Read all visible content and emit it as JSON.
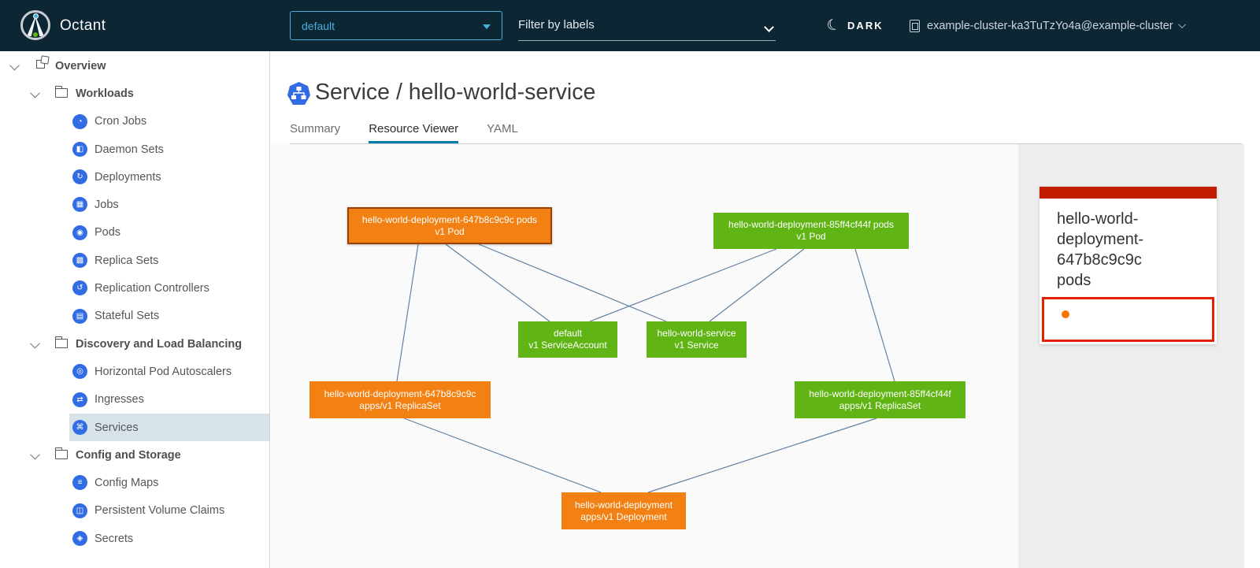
{
  "header": {
    "app_title": "Octant",
    "namespace_selector": {
      "value": "default"
    },
    "filter_input": {
      "placeholder": "Filter by labels"
    },
    "theme_toggle": {
      "label": "DARK",
      "icon": "moon-icon"
    },
    "context_selector": {
      "label": "example-cluster-ka3TuTzYo4a@example-cluster"
    }
  },
  "sidebar": {
    "rows": [
      {
        "type": "overview",
        "label": "Overview"
      },
      {
        "type": "section",
        "label": "Workloads"
      },
      {
        "type": "item",
        "label": "Cron Jobs",
        "glyph": "◔"
      },
      {
        "type": "item",
        "label": "Daemon Sets",
        "glyph": "◧"
      },
      {
        "type": "item",
        "label": "Deployments",
        "glyph": "↻"
      },
      {
        "type": "item",
        "label": "Jobs",
        "glyph": "▦"
      },
      {
        "type": "item",
        "label": "Pods",
        "glyph": "◉"
      },
      {
        "type": "item",
        "label": "Replica Sets",
        "glyph": "▩"
      },
      {
        "type": "item",
        "label": "Replication Controllers",
        "glyph": "↺"
      },
      {
        "type": "item",
        "label": "Stateful Sets",
        "glyph": "▤"
      },
      {
        "type": "section",
        "label": "Discovery and Load Balancing"
      },
      {
        "type": "item",
        "label": "Horizontal Pod Autoscalers",
        "glyph": "◎"
      },
      {
        "type": "item",
        "label": "Ingresses",
        "glyph": "⇄"
      },
      {
        "type": "item",
        "label": "Services",
        "glyph": "⌘",
        "selected": true
      },
      {
        "type": "section",
        "label": "Config and Storage"
      },
      {
        "type": "item",
        "label": "Config Maps",
        "glyph": "≡"
      },
      {
        "type": "item",
        "label": "Persistent Volume Claims",
        "glyph": "◫"
      },
      {
        "type": "item",
        "label": "Secrets",
        "glyph": "◈"
      }
    ],
    "selected_item": "Services"
  },
  "main": {
    "page_title": "Service / hello-world-service",
    "tabs": [
      {
        "label": "Summary",
        "active": false
      },
      {
        "label": "Resource Viewer",
        "active": true
      },
      {
        "label": "YAML",
        "active": false
      }
    ]
  },
  "graph": {
    "nodes": [
      {
        "id": "pods-647b8c9c9c",
        "line1": "hello-world-deployment-647b8c9c9c pods",
        "line2": "v1 Pod",
        "status": "warning",
        "selected": true
      },
      {
        "id": "pods-85ff4cf44f",
        "line1": "hello-world-deployment-85ff4cf44f pods",
        "line2": "v1 Pod",
        "status": "ok",
        "selected": false
      },
      {
        "id": "serviceaccount-default",
        "line1": "default",
        "line2": "v1 ServiceAccount",
        "status": "ok",
        "selected": false
      },
      {
        "id": "service-hello-world-service",
        "line1": "hello-world-service",
        "line2": "v1 Service",
        "status": "ok",
        "selected": false
      },
      {
        "id": "replicaset-647b8c9c9c",
        "line1": "hello-world-deployment-647b8c9c9c",
        "line2": "apps/v1 ReplicaSet",
        "status": "warning",
        "selected": false
      },
      {
        "id": "replicaset-85ff4cf44f",
        "line1": "hello-world-deployment-85ff4cf44f",
        "line2": "apps/v1 ReplicaSet",
        "status": "ok",
        "selected": false
      },
      {
        "id": "deployment-hello-world",
        "line1": "hello-world-deployment",
        "line2": "apps/v1 Deployment",
        "status": "warning",
        "selected": false
      }
    ],
    "edges": [
      [
        "pods-647b8c9c9c",
        "replicaset-647b8c9c9c"
      ],
      [
        "pods-647b8c9c9c",
        "serviceaccount-default"
      ],
      [
        "pods-647b8c9c9c",
        "service-hello-world-service"
      ],
      [
        "pods-85ff4cf44f",
        "serviceaccount-default"
      ],
      [
        "pods-85ff4cf44f",
        "service-hello-world-service"
      ],
      [
        "pods-85ff4cf44f",
        "replicaset-85ff4cf44f"
      ],
      [
        "replicaset-647b8c9c9c",
        "deployment-hello-world"
      ],
      [
        "replicaset-85ff4cf44f",
        "deployment-hello-world"
      ]
    ]
  },
  "detail_panel": {
    "title": "hello-world-deployment-647b8c9c9c pods",
    "status": "warning"
  },
  "colors": {
    "header_bg": "#0c2634",
    "accent_blue": "#49afd9",
    "active_tab": "#0079ad",
    "k8s_icon_blue": "#326ce5",
    "node_warning": "#f28013",
    "node_ok": "#60b515",
    "edge": "#63809f",
    "card_status_bar": "#c21d00",
    "status_border_red": "#e12200",
    "status_dot_orange": "#f57600",
    "selected_row_bg": "#d7e2e9"
  }
}
